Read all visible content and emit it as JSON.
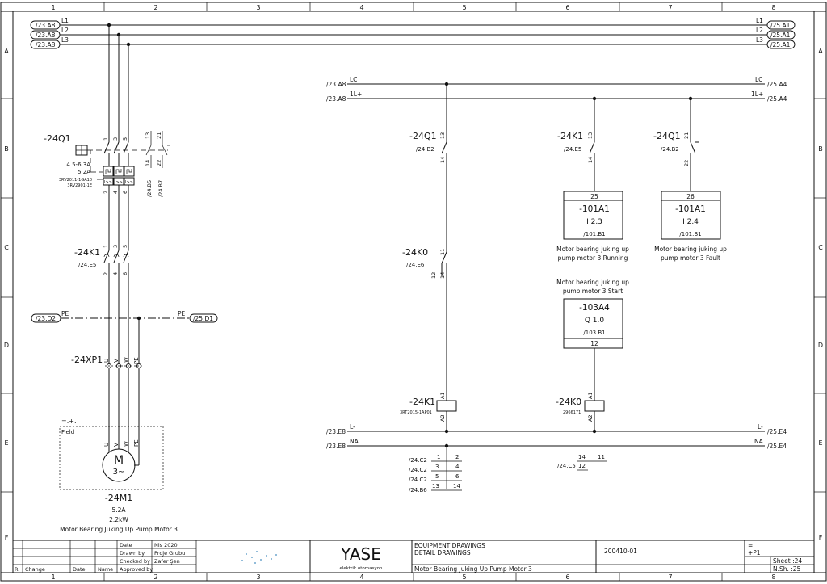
{
  "grid": {
    "columns": [
      "1",
      "2",
      "3",
      "4",
      "5",
      "6",
      "7",
      "8"
    ],
    "rows": [
      "A",
      "B",
      "C",
      "D",
      "E",
      "F"
    ]
  },
  "power": {
    "phases": [
      "L1",
      "L2",
      "L3"
    ],
    "refs_left": [
      "/23.A8",
      "/23.A8",
      "/23.A8"
    ],
    "refs_right": [
      "/25.A1",
      "/25.A1",
      "/25.A1"
    ]
  },
  "breaker": {
    "tag": "-24Q1",
    "setting": "4.5-6.3A",
    "current": "5.2A",
    "part1": "3RV2011-1GA10",
    "part2": "3RV2901-1E",
    "terminals_top": [
      "1",
      "3",
      "5",
      "13",
      "21"
    ],
    "terminals_bottom": [
      "2",
      "4",
      "6",
      "14",
      "22"
    ],
    "xref1": "/24.B5",
    "xref2": "/24.B7"
  },
  "contactor_main": {
    "tag": "-24K1",
    "xref": "/24.E5",
    "terminals_top": [
      "1",
      "3",
      "5"
    ],
    "terminals_bottom": [
      "2",
      "4",
      "6"
    ]
  },
  "pe_bus": {
    "label": "PE",
    "ref_left": "/23.D2",
    "ref_right": "/25.D1"
  },
  "terminal_strip": {
    "tag": "-24XP1",
    "terminals": [
      "U",
      "V",
      "W",
      "PE"
    ]
  },
  "motor": {
    "location": "=.+.",
    "field_label": "Field",
    "terminals": [
      "U",
      "V",
      "W",
      "PE"
    ],
    "symbol": "M",
    "symbol_sub": "3~",
    "tag": "-24M1",
    "current": "5.2A",
    "power": "2.2kW",
    "description": "Motor Bearing Juking Up Pump Motor 3"
  },
  "control": {
    "rail_lc": "LC",
    "rail_1l": "1L+",
    "rail_lminus": "L-",
    "rail_na": "NA",
    "ref_lc_left": "/23.A8",
    "ref_1l_left": "/23.A8",
    "ref_lc_right": "/25.A4",
    "ref_1l_right": "/25.A4",
    "ref_lminus_left": "/23.E8",
    "ref_na_left": "/23.E8",
    "ref_lminus_right": "/25.E4",
    "ref_na_right": "/25.E4",
    "aux_q1_tag": "-24Q1",
    "aux_q1_xref": "/24.B2",
    "aux_q1_t1": "13",
    "aux_q1_t2": "14",
    "k0_contact_tag": "-24K0",
    "k0_contact_xref": "/24.E6",
    "k0_contact_t1": "11",
    "k0_contact_t2": "12",
    "k0_contact_t3": "14",
    "k1_aux_tag": "-24K1",
    "k1_aux_xref": "/24.E5",
    "k1_aux_t1": "13",
    "k1_aux_t2": "14",
    "q1_fault_tag": "-24Q1",
    "q1_fault_xref": "/24.B2",
    "q1_fault_t1": "21",
    "q1_fault_t2": "22",
    "plc_in1": {
      "num": "25",
      "tag": "-101A1",
      "addr": "I 2.3",
      "ref": "/101.B1",
      "desc1": "Motor bearing juking up",
      "desc2": "pump motor 3 Running"
    },
    "plc_in2": {
      "num": "26",
      "tag": "-101A1",
      "addr": "I 2.4",
      "ref": "/101.B1",
      "desc1": "Motor bearing juking up",
      "desc2": "pump motor 3 Fault"
    },
    "plc_out": {
      "desc1": "Motor bearing juking up",
      "desc2": "pump motor 3 Start",
      "tag": "-103A4",
      "addr": "Q 1.0",
      "ref": "/103.B1",
      "num": "12"
    },
    "coil_k1": {
      "tag": "-24K1",
      "part": "3RT2015-1AP01",
      "a1": "A1",
      "a2": "A2"
    },
    "coil_k0": {
      "tag": "-24K0",
      "part": "2966171",
      "a1": "A1",
      "a2": "A2"
    },
    "k1_contacts": [
      {
        "xref": "/24.C2",
        "t1": "1",
        "t2": "2"
      },
      {
        "xref": "/24.C2",
        "t1": "3",
        "t2": "4"
      },
      {
        "xref": "/24.C2",
        "t1": "5",
        "t2": "6"
      },
      {
        "xref": "/24.B6",
        "t1": "13",
        "t2": "14"
      }
    ],
    "k0_contacts": [
      {
        "xref": "/24.C5",
        "t1": "14",
        "t2": "11",
        "t3": "12"
      }
    ]
  },
  "titleblock": {
    "labels": [
      "Date",
      "Drawn by",
      "Checked by",
      "Approved by"
    ],
    "values": [
      "Nis 2020",
      "Proje Grubu",
      "Zafer Şen",
      ""
    ],
    "rev_cols": [
      "R.",
      "Change",
      "Date",
      "Name"
    ],
    "company": "YASE",
    "company_sub": "elektrik otomasyon",
    "doc_line1": "EQUIPMENT DRAWINGS",
    "doc_line2": "DETAIL DRAWINGS",
    "doc_title": "Motor Bearing Juking Up Pump Motor 3",
    "project": "200410-01",
    "loc1": "=.",
    "loc2": "+P1",
    "sheet": "Sheet :24",
    "next_sheet": "N.Sh. :25"
  }
}
